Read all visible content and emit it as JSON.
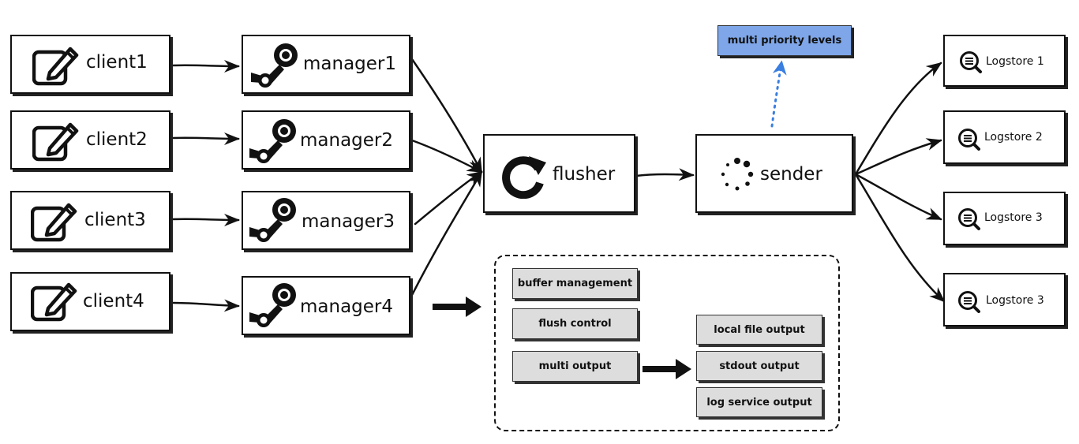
{
  "clients": [
    {
      "label": "client1"
    },
    {
      "label": "client2"
    },
    {
      "label": "client3"
    },
    {
      "label": "client4"
    }
  ],
  "managers": [
    {
      "label": "manager1"
    },
    {
      "label": "manager2"
    },
    {
      "label": "manager3"
    },
    {
      "label": "manager4"
    }
  ],
  "flusher": {
    "label": "flusher"
  },
  "sender": {
    "label": "sender"
  },
  "priority": {
    "label": "multi priority levels"
  },
  "logstores": [
    {
      "label": "Logstore 1"
    },
    {
      "label": "Logstore 2"
    },
    {
      "label": "Logstore 3"
    },
    {
      "label": "Logstore 3"
    }
  ],
  "flusher_detail": {
    "buffer": "buffer management",
    "flush": "flush control",
    "multi_output": "multi output",
    "outputs": [
      "local file output",
      "stdout output",
      "log service output"
    ]
  },
  "colors": {
    "priority_fill": "#7ea6e8",
    "dotted_arrow": "#3a7ee0",
    "grey_box": "#dddddd"
  },
  "icons": {
    "client": "edit-icon",
    "manager": "steam-icon",
    "flusher": "refresh-icon",
    "sender": "spinner-icon",
    "logstore": "search-list-icon"
  }
}
